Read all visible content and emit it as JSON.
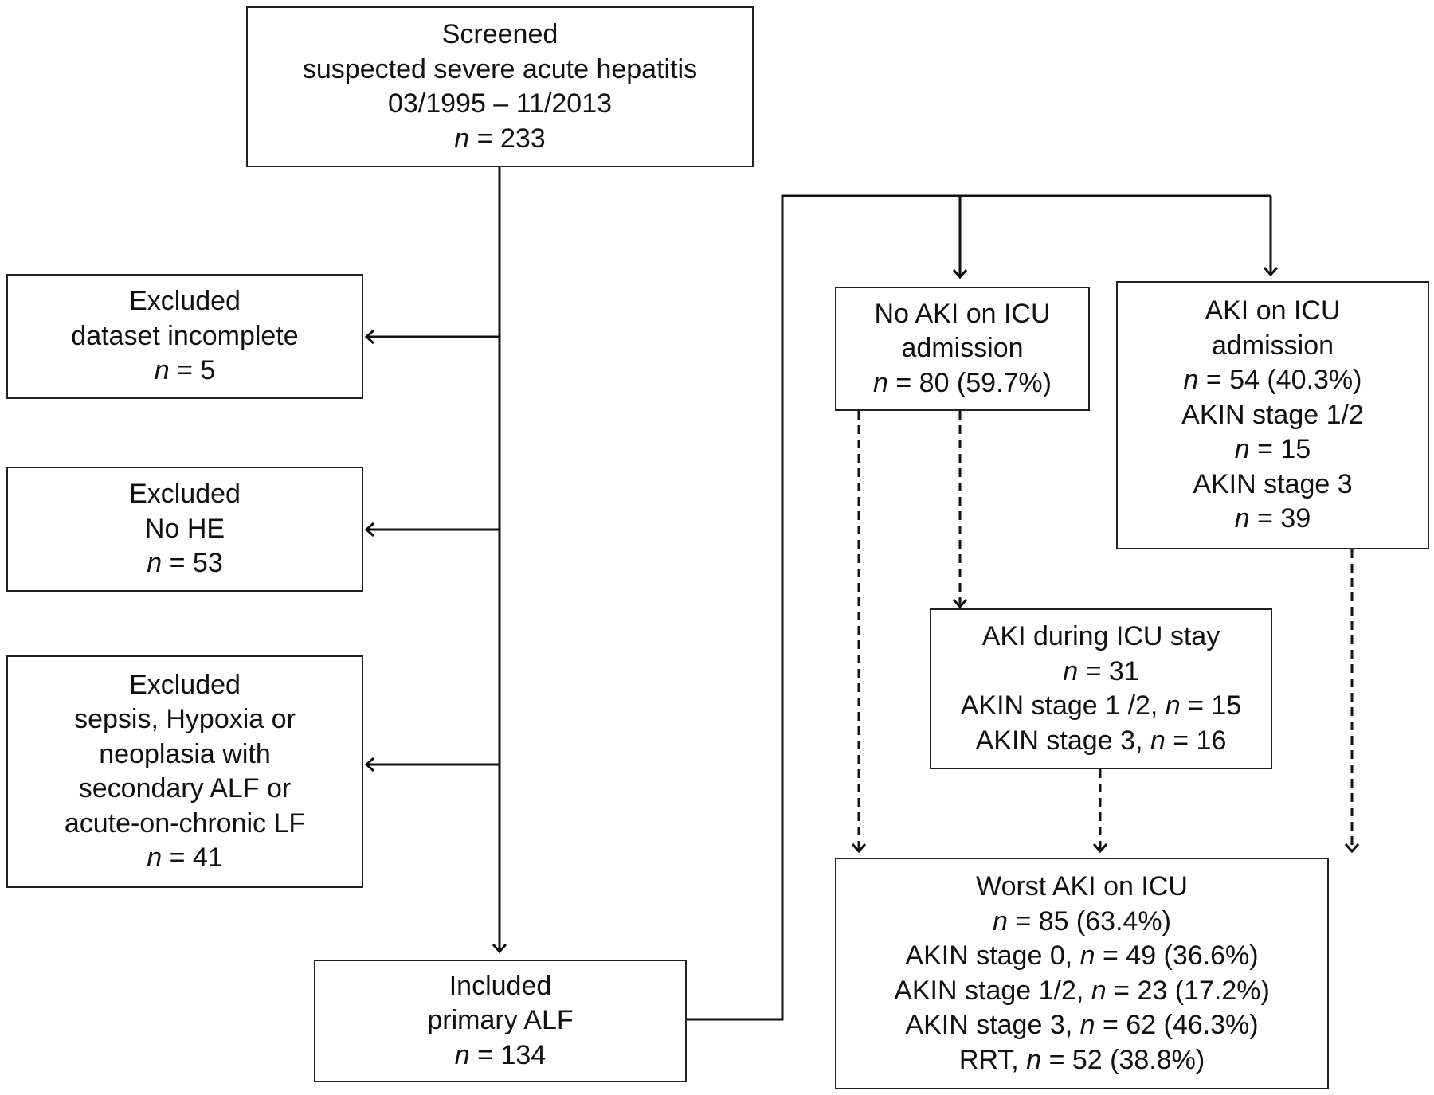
{
  "boxes": {
    "screened": {
      "title": "Screened",
      "line2": "suspected severe acute hepatitis",
      "line3": "03/1995 – 11/2013",
      "n_var": "n",
      "n_val": " = 233"
    },
    "excl_dataset": {
      "title": "Excluded",
      "line2": "dataset incomplete",
      "n_var": "n",
      "n_val": " = 5"
    },
    "excl_he": {
      "title": "Excluded",
      "line2": "No HE",
      "n_var": "n",
      "n_val": " = 53"
    },
    "excl_sepsis": {
      "title": "Excluded",
      "line2": "sepsis, Hypoxia or",
      "line3": "neoplasia with",
      "line4": "secondary ALF or",
      "line5": "acute-on-chronic LF",
      "n_var": "n",
      "n_val": " = 41"
    },
    "included": {
      "title": "Included",
      "line2": "primary ALF",
      "n_var": "n",
      "n_val": " = 134"
    },
    "no_aki": {
      "title": "No AKI on ICU",
      "line2": "admission",
      "n_var": "n",
      "n_val": " = 80 (59.7%)"
    },
    "aki_admission": {
      "title": "AKI on ICU",
      "line2": "admission",
      "n1_var": "n",
      "n1_val": " = 54 (40.3%)",
      "line4": "AKIN stage 1/2",
      "n2_var": "n",
      "n2_val": " = 15",
      "line6": "AKIN stage 3",
      "n3_var": "n",
      "n3_val": " = 39"
    },
    "aki_during": {
      "title": "AKI during ICU stay",
      "n1_var": "n",
      "n1_val": " = 31",
      "l3_pre": "AKIN stage 1 /2, ",
      "l3_var": "n",
      "l3_val": " = 15",
      "l4_pre": "AKIN stage 3, ",
      "l4_var": "n",
      "l4_val": " = 16"
    },
    "worst_aki": {
      "title": "Worst AKI on ICU",
      "n1_var": "n",
      "n1_val": " = 85 (63.4%)",
      "l3_pre": "AKIN stage 0, ",
      "l3_var": "n",
      "l3_val": " = 49 (36.6%)",
      "l4_pre": "AKIN stage 1/2, ",
      "l4_var": "n",
      "l4_val": " = 23 (17.2%)",
      "l5_pre": "AKIN stage 3, ",
      "l5_var": "n",
      "l5_val": " = 62 (46.3%)",
      "l6_pre": "RRT, ",
      "l6_var": "n",
      "l6_val": " = 52 (38.8%)"
    }
  },
  "colors": {
    "line": "#111111",
    "border": "#222222",
    "background": "#ffffff"
  }
}
